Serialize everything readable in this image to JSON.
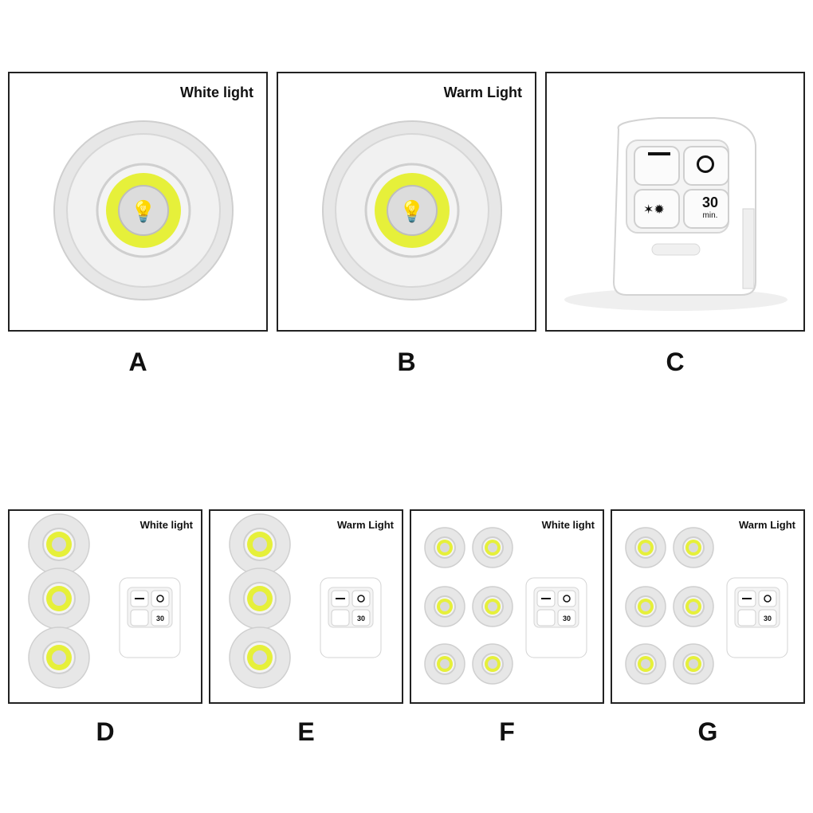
{
  "colors": {
    "accent_yellow": "#e6f03a",
    "housing": "#e9e9e9",
    "border": "#222222"
  },
  "panels": [
    {
      "id": "A",
      "label": "White light",
      "letter": "A"
    },
    {
      "id": "B",
      "label": "Warm Light",
      "letter": "B"
    },
    {
      "id": "C",
      "label": "",
      "letter": "C"
    },
    {
      "id": "D",
      "label": "White light",
      "letter": "D"
    },
    {
      "id": "E",
      "label": "Warm Light",
      "letter": "E"
    },
    {
      "id": "F",
      "label": "White light",
      "letter": "F"
    },
    {
      "id": "G",
      "label": "Warm Light",
      "letter": "G"
    }
  ],
  "remote": {
    "button_minus": "–",
    "button_power": "o",
    "button_timer_number": "30",
    "button_timer_unit": "min.",
    "button_brightness_icon": "brightness-icon"
  },
  "product_icons": {
    "bulb": "lightbulb-icon"
  }
}
